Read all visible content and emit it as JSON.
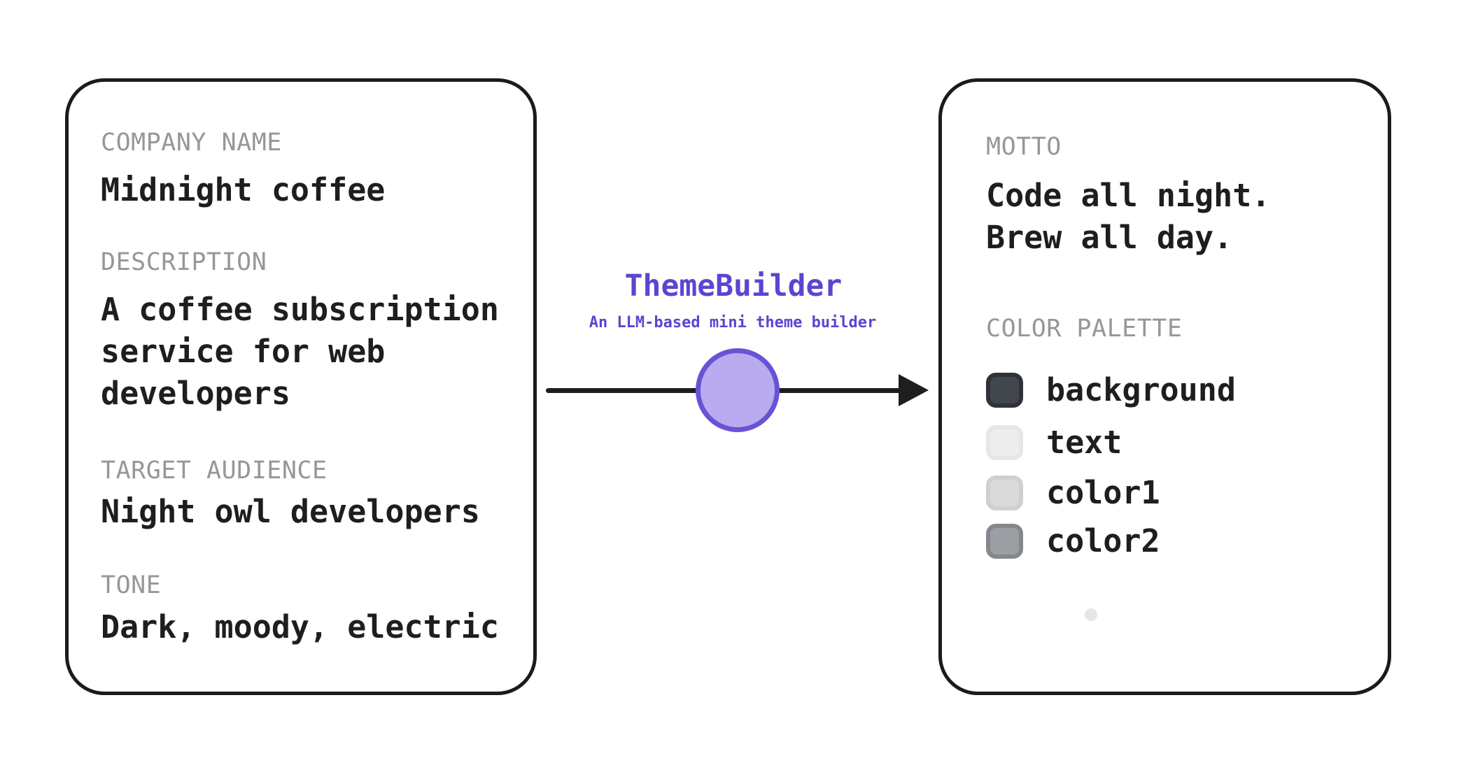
{
  "ink_color": "#1e1e1e",
  "label_color": "#979797",
  "brief": {
    "fields": [
      {
        "label": "COMPANY NAME",
        "value": "Midnight coffee"
      },
      {
        "label": "DESCRIPTION",
        "value": "A coffee subscription service for web developers"
      },
      {
        "label": "TARGET AUDIENCE",
        "value": "Night owl developers"
      },
      {
        "label": "TONE",
        "value": "Dark, moody, electric"
      }
    ]
  },
  "builder": {
    "title": "ThemeBuilder",
    "subtitle": "An LLM-based mini theme builder",
    "accent_color": "#5b45d1",
    "node_fill": "#b9abf0",
    "node_stroke": "#6a52d6",
    "arrow_color": "#1e1e1e"
  },
  "output": {
    "motto_label": "MOTTO",
    "motto": "Code all night.\nBrew all day.",
    "palette_label": "COLOR PALETTE",
    "palette": [
      {
        "name": "background",
        "fill": "#42464d",
        "stroke": "#2f3237"
      },
      {
        "name": "text",
        "fill": "#ededed",
        "stroke": "#e6e6e6"
      },
      {
        "name": "color1",
        "fill": "#dadada",
        "stroke": "#cfcfcf"
      },
      {
        "name": "color2",
        "fill": "#9b9fa4",
        "stroke": "#84888d"
      }
    ]
  }
}
